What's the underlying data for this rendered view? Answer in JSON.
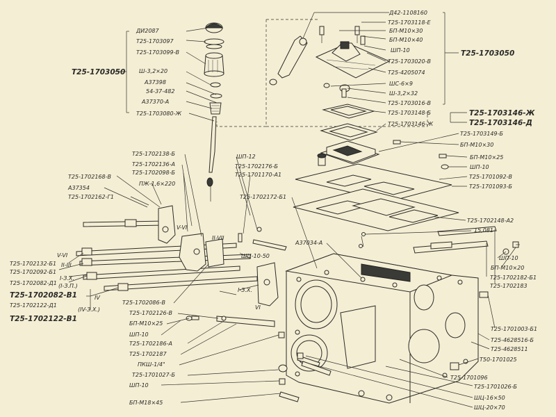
{
  "labels": {
    "l01": "Д42-1108160",
    "l02": "Т25-1703118-Е",
    "l03": "БП-М10×30",
    "l04": "БП-М10×40",
    "l05": "ШП-10",
    "l06": "Т25-1703020-В",
    "l07": "Т25-4205074",
    "l08": "ШС-6×9",
    "l09": "Ш-3,2×32",
    "l10": "Т25-1703016-В",
    "l11": "Т25-1703050",
    "l12": "Т25-1703148-Б",
    "l13": "Т25-1703146-Ж",
    "l14": "Т25-1703146-Ж",
    "l15": "Т25-1703146-Д",
    "l16": "Т25-1703149-Б",
    "l17": "БП-М10×30",
    "l18": "БП-М10×25",
    "l19": "ШП-10",
    "l20": "Т25-1701092-В",
    "l21": "Т25-1701093-Б",
    "l22": "Т25-1702148-А2",
    "l23": "15,081",
    "l24": "Т25-1703050",
    "l25": "ДИ2087",
    "l26": "Т25-1703097",
    "l27": "Т25-1703099-В",
    "l28": "Ш-3,2×20",
    "l29": "А37398",
    "l30": "54-37-482",
    "l31": "А37370-А",
    "l32": "Т25-1703080-Ж",
    "l33": "Т25-1702138-Б",
    "l34": "Т25-1702136-А",
    "l35": "Т25-1702098-Б",
    "l36": "Т25-1702168-В",
    "l37": "А37354",
    "l38": "ПЖ-1,6×220",
    "l39": "Т25-1702162-Г1",
    "l40": "ШП-12",
    "l41": "Т25-1702176-Б",
    "l42": "Т25-1701170-А1",
    "l43": "Т25-1702172-Б1",
    "l44": "А37034-А",
    "l45": "V-VI",
    "l46": "Т25-1702132-Б1",
    "l47": "II-III",
    "l48": "Т25-1702092-Б1",
    "l49": "I-З.Х.",
    "l50": "Т25-1702082-Д1",
    "l51": "(I-З.П.)",
    "l52": "Т25-1702082-В1",
    "l53": "IV",
    "l54": "Т25-1702122-Д1",
    "l55": "(IV-З.Х.)",
    "l56": "Т25-1702122-В1",
    "l57": "Т25-1702086-В",
    "l58": "Т25-1702126-В",
    "l59": "БП-М10×25",
    "l60": "ШП-10",
    "l61": "Т25-1702186-А",
    "l62": "Т25-1702187",
    "l63": "ПКШ-1/4\"",
    "l64": "Т25-1701027-Б",
    "l65": "ШП-10",
    "l66": "БП-М18×45",
    "l67": "ШП-10",
    "l68": "БП-М10×20",
    "l69": "Т25-1702182-Б1",
    "l70": "Т25-1702183",
    "l71": "Т25-1701003-Б1",
    "l72": "Т25-4628516-Б",
    "l73": "Т25-4628511",
    "l74": "Т50-1701025",
    "l75": "Т25-1701096",
    "l76": "Т25-1701026-Б",
    "l77": "ШЦ-16×50",
    "l78": "ШЦ-20×70",
    "l79": "V-VI",
    "l80": "II-VII",
    "l81": "I-З.Х.",
    "l82": "VI",
    "l83": "ШЦ-10-50"
  }
}
